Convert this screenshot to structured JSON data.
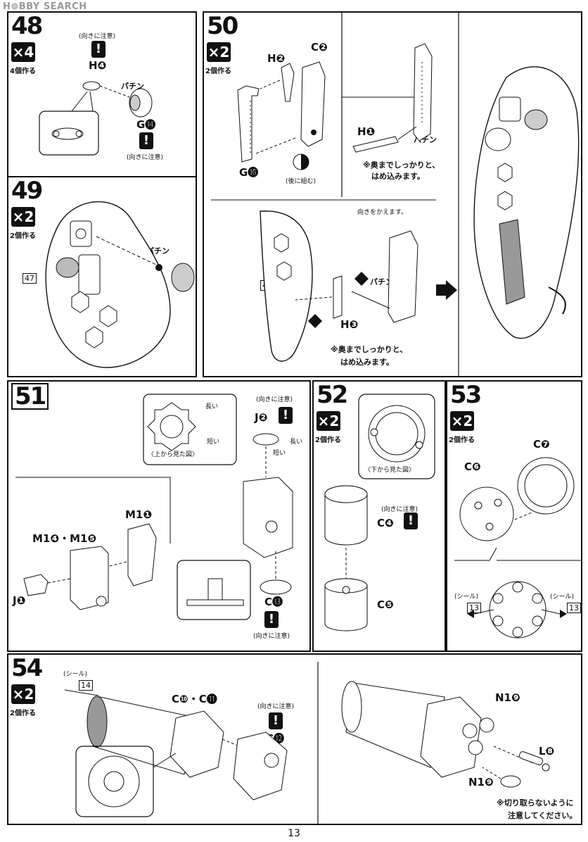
{
  "watermark": "H⊚BBY SEARCH",
  "page_number": "13",
  "labels": {
    "mult_4": "×4",
    "mult_2": "×2",
    "make_4": "4個作る",
    "make_2": "2個作る",
    "caution": "(向きに注意)",
    "caution_bang": "!",
    "pachin": "パチン",
    "insert_fully": "※奥までしっかりと、",
    "insert_fully_2": "はめ込みます。",
    "change_dir": "向きをかえます。",
    "assemble_later": "(後に組む)",
    "long": "長い",
    "short": "短い",
    "top_view": "〈上から見た図〉",
    "bottom_view": "〈下から見た図〉",
    "seal": "(シール)",
    "no_cut": "※切り取らないように",
    "no_cut_2": "注意してください。"
  },
  "steps": {
    "s48": {
      "num": "48",
      "parts": {
        "h4": "H❹",
        "g14": "G⓮"
      }
    },
    "s49": {
      "num": "49",
      "ref": "47"
    },
    "s50": {
      "num": "50",
      "parts": {
        "h2": "H❷",
        "c2": "C❷",
        "g16": "G⓰",
        "h1": "H❶",
        "h3": "H❸"
      },
      "ref": "49"
    },
    "s51": {
      "num": "51",
      "parts": {
        "j2": "J❷",
        "m1_1": "M1❶",
        "m1_45": "M1❹・M1❺",
        "j1": "J❶",
        "c13": "C⓭"
      }
    },
    "s52": {
      "num": "52",
      "parts": {
        "c4": "C❹",
        "c5": "C❺"
      }
    },
    "s53": {
      "num": "53",
      "parts": {
        "c7": "C❼",
        "c6": "C❻"
      },
      "seal_no": "13"
    },
    "s54": {
      "num": "54",
      "parts": {
        "c10_11": "C❿・C⓫",
        "c12": "C⓬",
        "n19a": "N1❾",
        "n19b": "N1❾",
        "l8": "L❽"
      },
      "seal_no": "14"
    }
  }
}
